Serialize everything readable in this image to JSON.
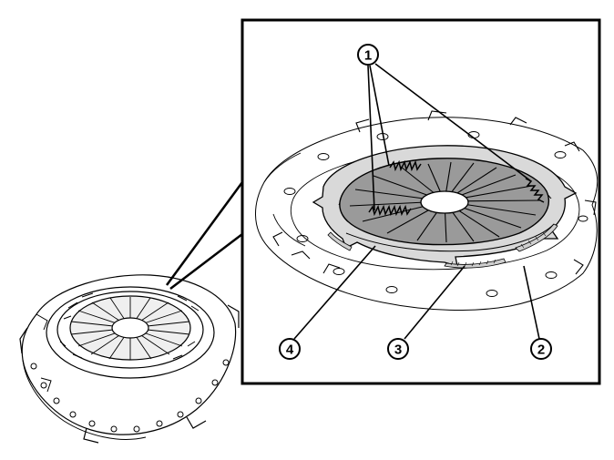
{
  "figure": {
    "colors": {
      "line": "#000000",
      "fill_light": "#ffffff",
      "fill_mid": "#d9d9d9",
      "fill_dark": "#9a9a9a"
    },
    "callouts": [
      {
        "id": "c1",
        "number": "1"
      },
      {
        "id": "c2",
        "number": "2"
      },
      {
        "id": "c3",
        "number": "3"
      },
      {
        "id": "c4",
        "number": "4"
      }
    ],
    "icons": [
      "clutch-pressure-plate-overview",
      "detail-magnified-view",
      "diaphragm-spring",
      "coil-spring",
      "cover-plate",
      "pressure-plate"
    ]
  }
}
